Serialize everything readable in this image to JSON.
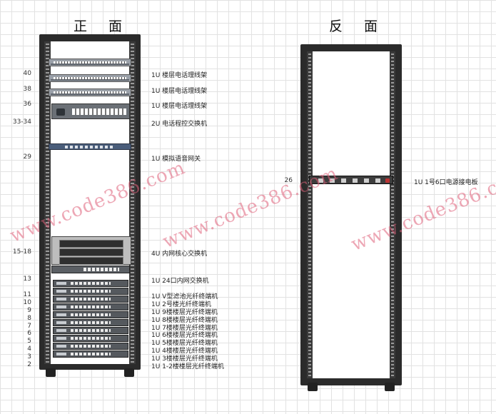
{
  "front": {
    "title": "正 面",
    "units": [
      {
        "u": "40",
        "label": "1U 楼层电话理线架",
        "type": "patch"
      },
      {
        "u": "38",
        "label": "1U 楼层电话理线架",
        "type": "patch"
      },
      {
        "u": "36",
        "label": "1U 楼层电话理线架",
        "type": "patch"
      },
      {
        "u": "33-34",
        "label": "2U 电话程控交换机",
        "type": "pbx"
      },
      {
        "u": "29",
        "label": "1U 模拟语音网关",
        "type": "gateway"
      },
      {
        "u": "15-18",
        "label": "4U 内网核心交换机",
        "type": "core"
      },
      {
        "u": "13",
        "label": "1U 24口内网交换机",
        "type": "switch24"
      },
      {
        "u": "11",
        "label": "1U V型滤池光纤终端机",
        "type": "fiber"
      },
      {
        "u": "10",
        "label": "1U 2号楼光纤终端机",
        "type": "fiber"
      },
      {
        "u": "9",
        "label": "1U 9楼楼层光纤终端机",
        "type": "fiber"
      },
      {
        "u": "8",
        "label": "1U 8楼楼层光纤终端机",
        "type": "fiber"
      },
      {
        "u": "7",
        "label": "1U 7楼楼层光纤终端机",
        "type": "fiber"
      },
      {
        "u": "6",
        "label": "1U 6楼楼层光纤终端机",
        "type": "fiber"
      },
      {
        "u": "5",
        "label": "1U 5楼楼层光纤终端机",
        "type": "fiber"
      },
      {
        "u": "4",
        "label": "1U 4楼楼层光纤终端机",
        "type": "fiber"
      },
      {
        "u": "3",
        "label": "1U 3楼楼层光纤终端机",
        "type": "fiber"
      },
      {
        "u": "2",
        "label": "1U 1-2楼楼层光纤终端机",
        "type": "fiber"
      }
    ]
  },
  "back": {
    "title": "反 面",
    "units": [
      {
        "u": "26",
        "label": "1U 1号6口电源接电板",
        "type": "pdu"
      }
    ]
  },
  "watermark": "www.code386.com",
  "colors": {
    "rack_frame": "#2b2b2b",
    "grid": "#e2e2e2",
    "watermark": "#e0607a"
  }
}
